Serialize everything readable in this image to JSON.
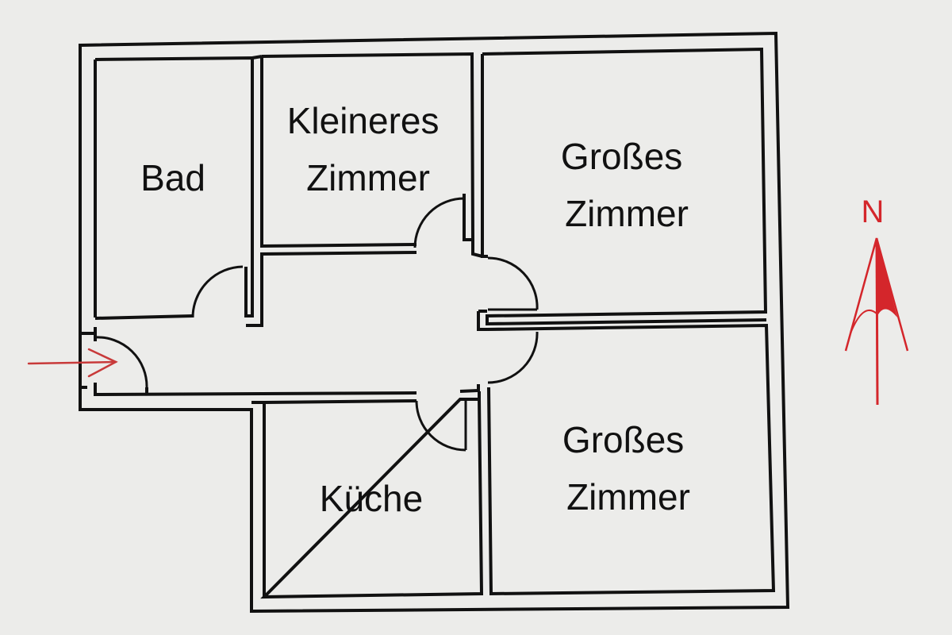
{
  "floor_plan": {
    "rooms": [
      {
        "id": "bad",
        "lines": [
          "Bad"
        ]
      },
      {
        "id": "kleineres-zimmer",
        "lines": [
          "Kleineres",
          "Zimmer"
        ]
      },
      {
        "id": "grosses-zimmer-nord",
        "lines": [
          "Großes",
          "Zimmer"
        ]
      },
      {
        "id": "grosses-zimmer-sued",
        "lines": [
          "Großes",
          "Zimmer"
        ]
      },
      {
        "id": "kueche",
        "lines": [
          "Küche"
        ]
      }
    ],
    "compass": {
      "letter": "N"
    }
  },
  "colors": {
    "background": "#ececea",
    "wall": "#111111",
    "compass": "#d4262b",
    "entrance_arrow": "#c83a3a"
  }
}
